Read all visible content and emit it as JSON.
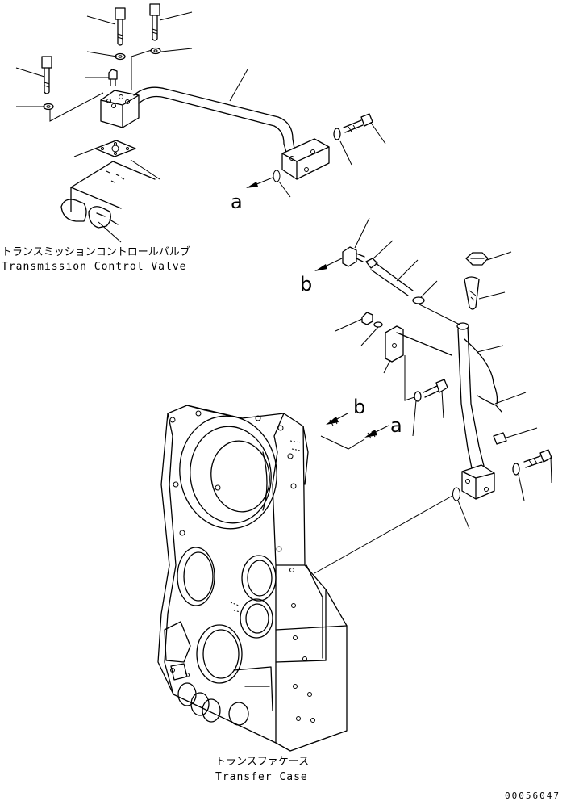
{
  "labels": {
    "tcv_jp": "トランスミッションコントロールバルブ",
    "tcv_en": "Transmission Control Valve",
    "tc_jp": "トランスファケース",
    "tc_en": "Transfer Case"
  },
  "refs": {
    "a": "a",
    "b": "b"
  },
  "drawing_no": "00056047"
}
